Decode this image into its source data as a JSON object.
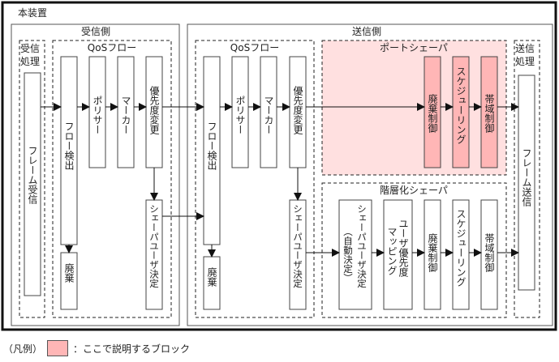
{
  "device": {
    "title": "本装置"
  },
  "receive_side": {
    "title": "受信側",
    "rx_processing": {
      "title": "受信処理",
      "block": "フレーム受信"
    },
    "qos_flow": {
      "title": "QoSフロー",
      "blocks": {
        "flow_detect": "フロー検出",
        "policer": "ポリサー",
        "marker": "マーカー",
        "priority_change": "優先度変更",
        "discard": "廃棄",
        "shaper_user_decision": "シェーパユーザ決定"
      }
    }
  },
  "send_side": {
    "title": "送信側",
    "qos_flow": {
      "title": "QoSフロー",
      "blocks": {
        "flow_detect": "フロー検出",
        "policer": "ポリサー",
        "marker": "マーカー",
        "priority_change": "優先度変更",
        "discard": "廃棄",
        "shaper_user_decision": "シェーパユーザ決定"
      }
    },
    "port_shaper": {
      "title": "ポートシェーパ",
      "blocks": {
        "discard_control": "廃棄制御",
        "scheduling": "スケジューリング",
        "bandwidth_control": "帯域制御"
      }
    },
    "hierarchical_shaper": {
      "title": "階層化シェーパ",
      "blocks": {
        "shaper_user_decision_main": "シェーパユーザ決定",
        "shaper_user_decision_sub": "（自動決定）",
        "user_priority_mapping_line1": "ユーザ優先度",
        "user_priority_mapping_line2": "マッピング",
        "discard_control": "廃棄制御",
        "scheduling": "スケジューリング",
        "bandwidth_control": "帯域制御"
      }
    },
    "tx_processing": {
      "title": "送信処理",
      "block": "フレーム送信"
    }
  },
  "legend": {
    "prefix": "（凡例）",
    "description": "：ここで説明するブロック",
    "color": "#ffb6b6"
  },
  "colors": {
    "highlight_area": "#ffe0e0",
    "highlight_block": "#ffb6b6"
  }
}
